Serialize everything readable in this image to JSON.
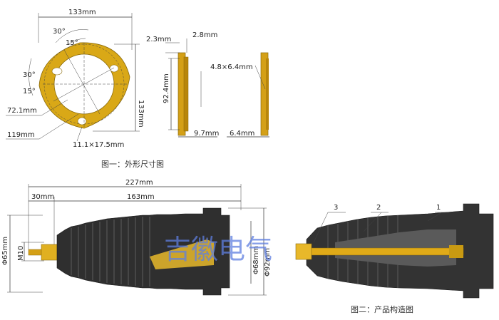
{
  "figure1": {
    "caption": "图一：外形尺寸图",
    "dims": {
      "width_top": "133mm",
      "height_right": "133mm",
      "angle_30_top": "30°",
      "angle_15_top": "15°",
      "angle_30_left": "30°",
      "angle_15_left": "15°",
      "pcd": "72.1mm",
      "outer": "119mm",
      "slot": "11.1×17.5mm",
      "t1": "2.3mm",
      "t2": "2.8mm",
      "bore": "92.4mm",
      "w_bottom1": "9.7mm",
      "hole": "4.8×6.4mm",
      "w_bottom2": "6.4mm"
    }
  },
  "figure2": {
    "caption": "图二：产品构造图",
    "dims": {
      "overall": "227mm",
      "stud": "30mm",
      "body": "163mm",
      "d65": "Φ65mm",
      "m10": "M10",
      "d68": "Φ68mm",
      "d92": "Φ92mm"
    },
    "callouts": [
      "1",
      "2",
      "3"
    ]
  },
  "watermark": "吉徽电气",
  "colors": {
    "gold": "#d4a017",
    "black": "#2e2e2e",
    "blue": "#5f7fe0"
  }
}
